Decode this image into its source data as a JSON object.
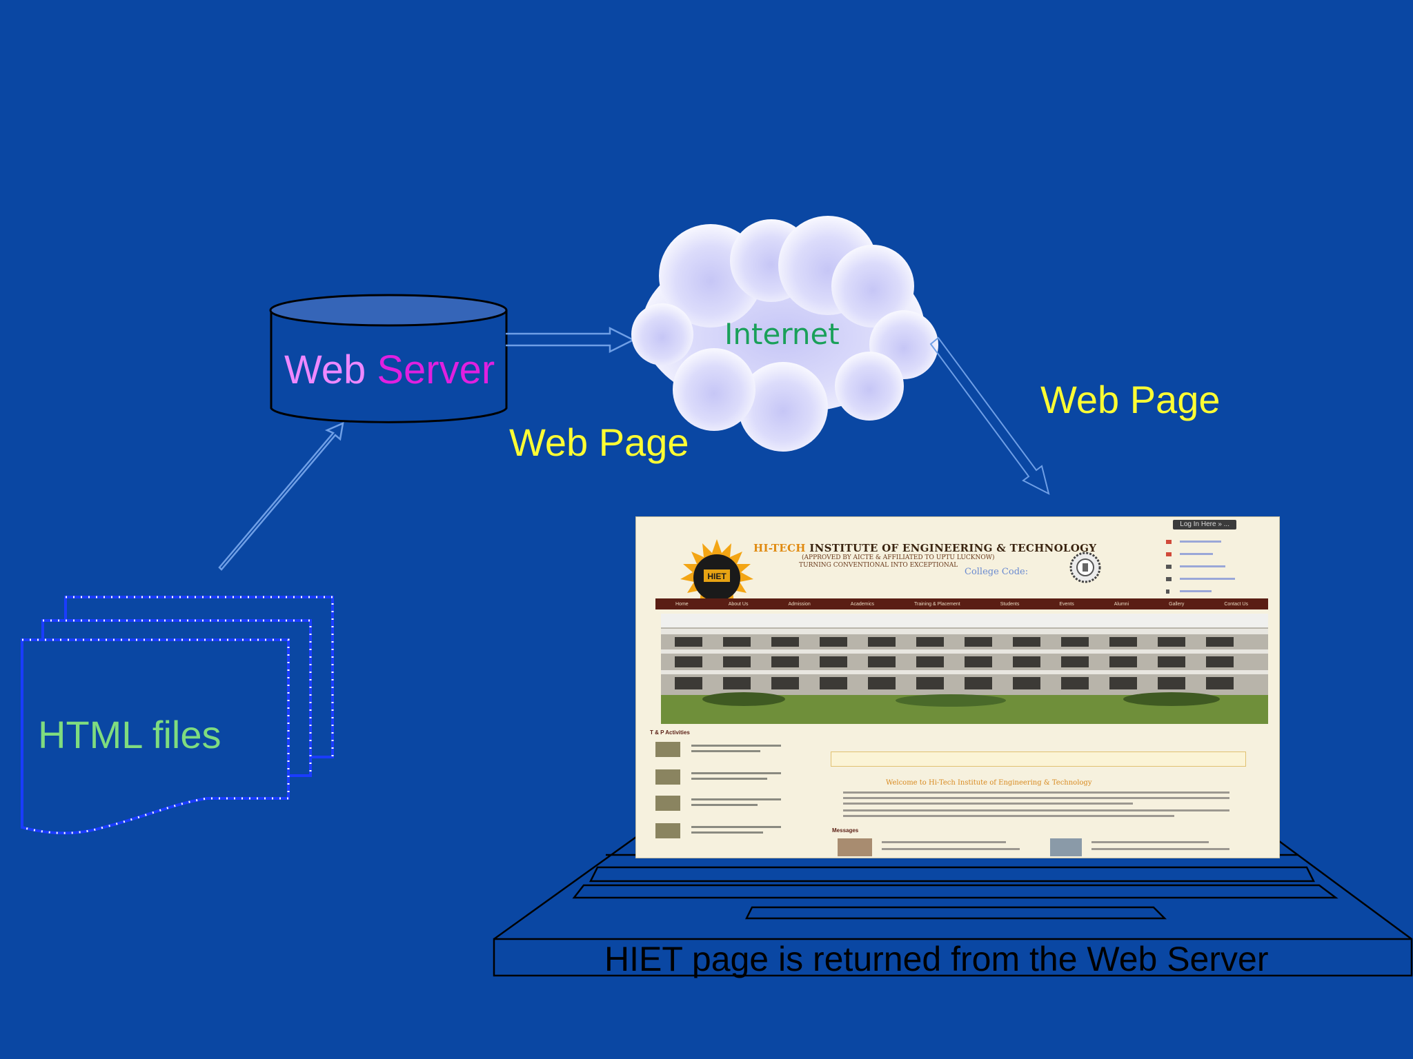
{
  "nodes": {
    "web_server_word1": "Web",
    "web_server_word2": "Server",
    "internet": "Internet",
    "html_files": "HTML files"
  },
  "edges": {
    "server_to_internet_label": "Web Page",
    "internet_to_client_label": "Web Page"
  },
  "caption": "HIET page is returned from the Web Server",
  "screenshot": {
    "login_bar": "Log In Here » ...",
    "title_prefix": "HI-TECH",
    "title_rest": " INSTITUTE OF ENGINEERING & TECHNOLOGY",
    "subtitle1": "(APPROVED BY AICTE & AFFILIATED TO UPTU LUCKNOW)",
    "subtitle2": "TURNING CONVENTIONAL INTO EXCEPTIONAL",
    "college_code": "College Code:",
    "logo_text": "HIET",
    "nav": [
      "Home",
      "About Us",
      "Admission",
      "Academics",
      "Training & Placement",
      "Students",
      "Events",
      "Alumni",
      "Gallery",
      "Contact Us"
    ],
    "left_heading": "T & P Activities",
    "messages_heading": "Messages",
    "welcome": "Welcome to Hi-Tech Institute of Engineering & Technology"
  },
  "colors": {
    "background": "#0a47a3",
    "web_word": "#ee88ff",
    "server_word": "#e020e0",
    "internet_text": "#1aa05a",
    "web_page_label": "#ffff33",
    "html_files_label": "#7fdc7f",
    "caption": "#000000"
  }
}
